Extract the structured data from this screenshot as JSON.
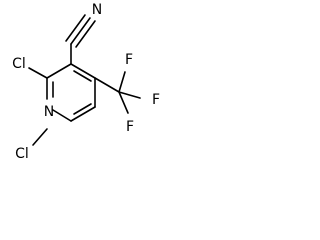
{
  "molecule": {
    "atoms": {
      "nitrile_n": "N",
      "cl_top": "Cl",
      "ring_n": "N",
      "cl_bottom": "Cl",
      "f_top": "F",
      "f_right": "F",
      "f_bottom": "F"
    },
    "colors": {
      "bond": "#000000",
      "atom_label": "#000000",
      "background": "#ffffff"
    }
  }
}
